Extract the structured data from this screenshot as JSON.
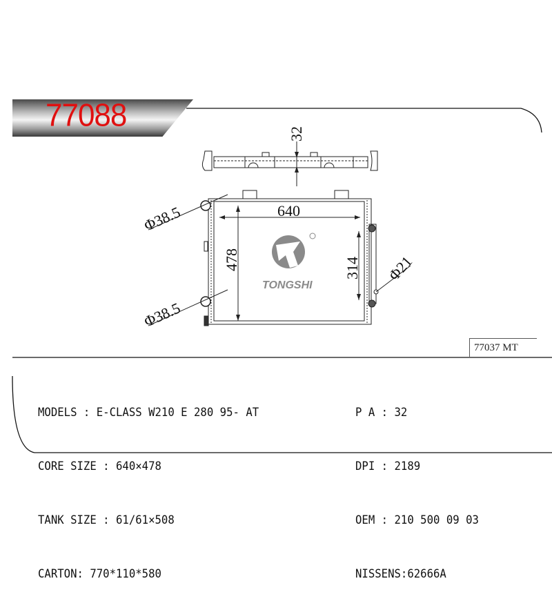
{
  "header": {
    "part_number": "77088"
  },
  "drawing": {
    "dimensions": {
      "tank_height": "32",
      "core_width": "640",
      "core_height": "478",
      "outlet_spacing": "314",
      "inlet_diameter_top": "Φ38.5",
      "inlet_diameter_bottom": "Φ38.5",
      "small_port_diameter": "Φ21"
    },
    "logo_text": "TONGSHI"
  },
  "reference": "77037 MT",
  "specs": {
    "left": [
      "MODELS : E-CLASS W210 E 280 95- AT",
      "CORE SIZE : 640×478",
      "TANK SIZE : 61/61×508",
      "CARTON: 770*110*580"
    ],
    "right": [
      "P A : 32",
      "DPI : 2189",
      "OEM : 210 500 09 03",
      "NISSENS:62666A"
    ]
  },
  "colors": {
    "part_number": "#e01010",
    "logo": "#8a8a8a"
  }
}
